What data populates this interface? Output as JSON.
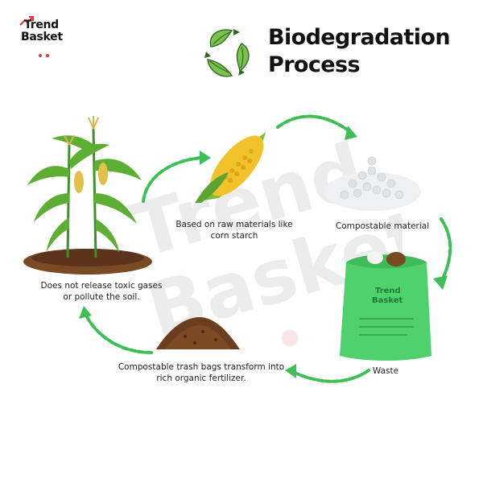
{
  "brand": {
    "line1": "Trend",
    "line2": "Basket"
  },
  "header": {
    "title_line1": "Biodegradation",
    "title_line2": "Process"
  },
  "watermark": {
    "line1": "Trend",
    "line2": "Basket"
  },
  "bag_print": {
    "line1": "Trend",
    "line2": "Basket"
  },
  "steps": [
    {
      "id": "raw",
      "label": "Based on raw materials like corn starch"
    },
    {
      "id": "compostable",
      "label": "Compostable material"
    },
    {
      "id": "waste",
      "label": "Waste"
    },
    {
      "id": "fertilizer",
      "label": "Compostable trash bags transform into rich organic fertilizer."
    },
    {
      "id": "soil",
      "label": "Does not release toxic gases or pollute the soil."
    }
  ],
  "icons": {
    "logo": "trend-basket-logo",
    "recycle": "recycle-leaves-icon",
    "arrows": "green-chalk-arrow-icon"
  },
  "colors": {
    "arrow": "#3dbf55",
    "leaf": "#6ab04c",
    "bag": "#4fd16e",
    "soil": "#6b3e1e",
    "text": "#222222",
    "logo_accent": "#e53935"
  }
}
